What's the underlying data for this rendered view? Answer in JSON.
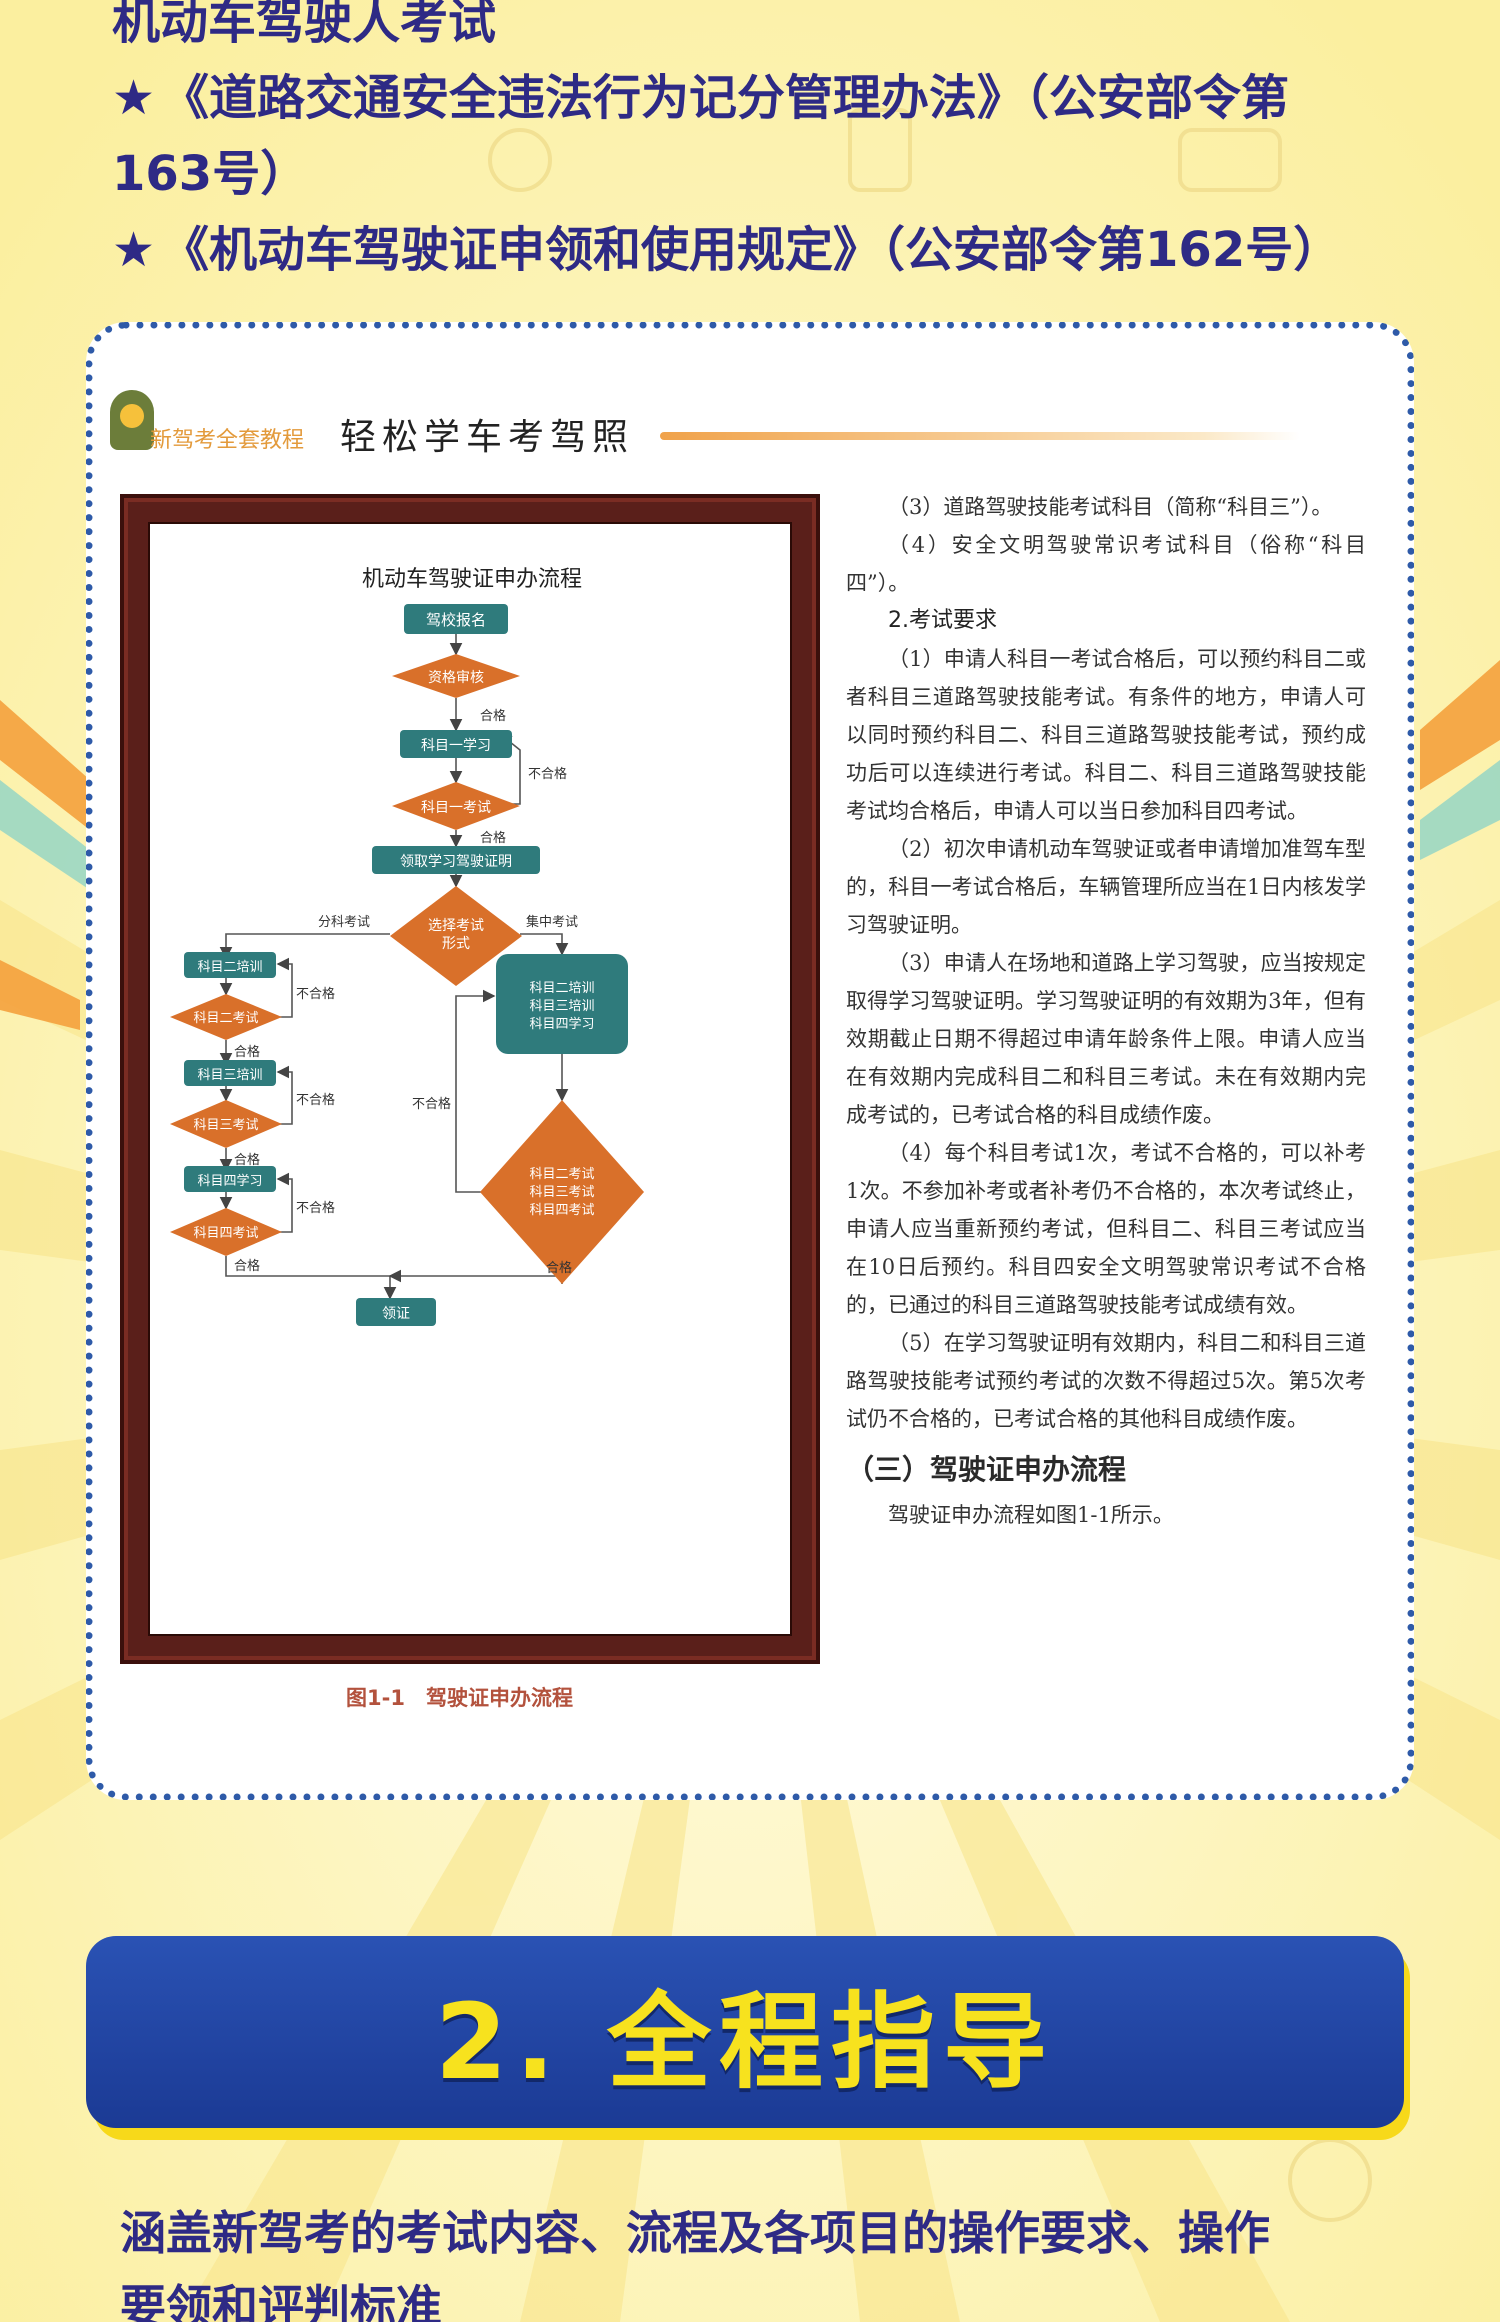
{
  "intro": {
    "line0": "机动车驾驶人考试",
    "line1_star": "★",
    "line1": "《道路交通安全违法行为记分管理办法》（公安部令第",
    "line2": "163号）",
    "line3_star": "★",
    "line3": "《机动车驾驶证申领和使用规定》（公安部令第162号）"
  },
  "book": {
    "series": "新驾考全套教程",
    "title": "轻松学车考驾照"
  },
  "flowchart": {
    "title": "机动车驾驶证申办流程",
    "nodes": {
      "signup": "驾校报名",
      "qualify": "资格审核",
      "k1_study": "科目一学习",
      "k1_exam": "科目一考试",
      "permit": "领取学习驾驶证明",
      "choose_1": "选择考试",
      "choose_2": "形式",
      "k2_train": "科目二培训",
      "k2_exam": "科目二考试",
      "k3_train": "科目三培训",
      "k3_exam": "科目三考试",
      "k4_study": "科目四学习",
      "k4_exam": "科目四考试",
      "combo_train_1": "科目二培训",
      "combo_train_2": "科目三培训",
      "combo_train_3": "科目四学习",
      "combo_exam_1": "科目二考试",
      "combo_exam_2": "科目三考试",
      "combo_exam_3": "科目四考试",
      "license": "领证"
    },
    "labels": {
      "pass": "合格",
      "fail": "不合格",
      "separate": "分科考试",
      "together": "集中考试"
    },
    "caption": "图1-1　驾驶证申办流程"
  },
  "text": {
    "p1": "（3）道路驾驶技能考试科目（简称“科目三”）。",
    "p2": "（4）安全文明驾驶常识考试科目（俗称“科目四”）。",
    "h2": "2.考试要求",
    "p3": "（1）申请人科目一考试合格后，可以预约科目二或者科目三道路驾驶技能考试。有条件的地方，申请人可以同时预约科目二、科目三道路驾驶技能考试，预约成功后可以连续进行考试。科目二、科目三道路驾驶技能考试均合格后，申请人可以当日参加科目四考试。",
    "p4": "（2）初次申请机动车驾驶证或者申请增加准驾车型的，科目一考试合格后，车辆管理所应当在1日内核发学习驾驶证明。",
    "p5": "（3）申请人在场地和道路上学习驾驶，应当按规定取得学习驾驶证明。学习驾驶证明的有效期为3年，但有效期截止日期不得超过申请年龄条件上限。申请人应当在有效期内完成科目二和科目三考试。未在有效期内完成考试的，已考试合格的科目成绩作废。",
    "p6": "（4）每个科目考试1次，考试不合格的，可以补考1次。不参加补考或者补考仍不合格的，本次考试终止，申请人应当重新预约考试，但科目二、科目三考试应当在10日后预约。科目四安全文明驾驶常识考试不合格的，已通过的科目三道路驾驶技能考试成绩有效。",
    "p7": "（5）在学习驾驶证明有效期内，科目二和科目三道路驾驶技能考试预约考试的次数不得超过5次。第5次考试仍不合格的，已考试合格的其他科目成绩作废。",
    "h3": "（三）驾驶证申办流程",
    "p8": "驾驶证申办流程如图1-1所示。"
  },
  "banner": {
    "title": "2. 全程指导"
  },
  "outro": {
    "line1": "涵盖新驾考的考试内容、流程及各项目的操作要求、操作",
    "line2": "要领和评判标准"
  },
  "colors": {
    "background": "#fbf0a6",
    "heading_blue": "#2e2a85",
    "banner_blue": "#1b3a94",
    "banner_text": "#f7e21e",
    "node_teal": "#2f7b7c",
    "node_orange": "#d9702a",
    "frame_brown": "#5a1f1a"
  }
}
